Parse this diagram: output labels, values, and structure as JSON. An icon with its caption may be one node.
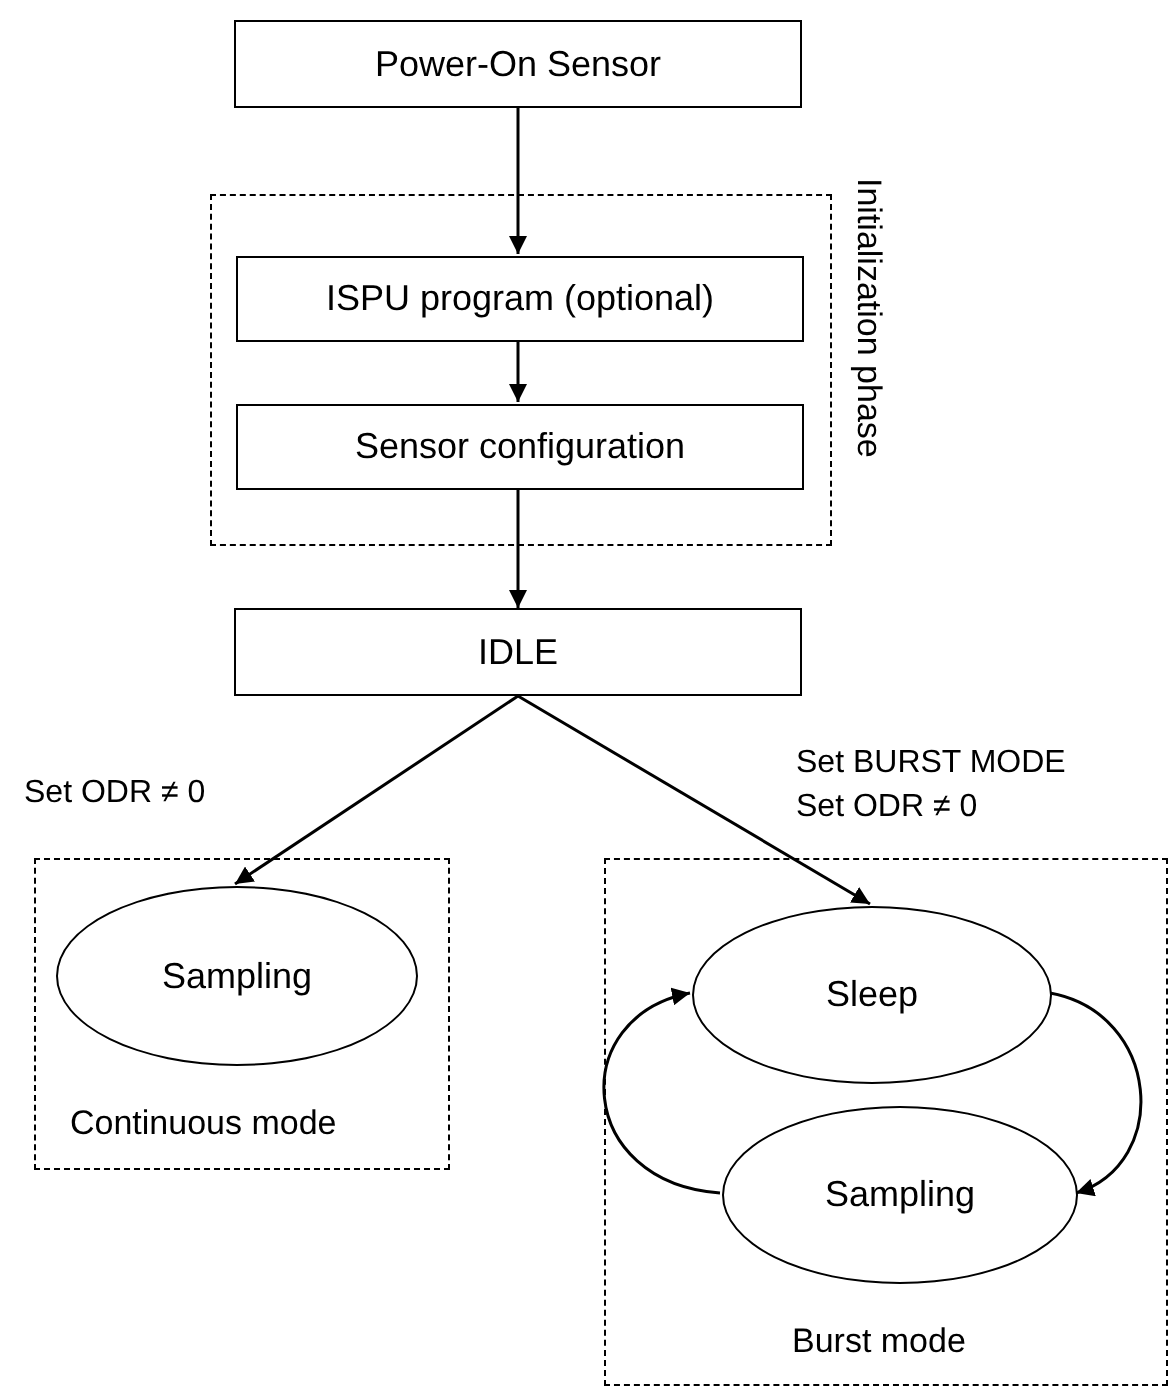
{
  "diagram": {
    "nodes": [
      {
        "text": [
          "Power-On Sensor"
        ]
      },
      {
        "text": [
          "Initialization phase"
        ]
      },
      {
        "text": [
          "ISPU program (optional)"
        ],
        "in": 1
      },
      {
        "text": [
          "Sensor configuration"
        ],
        "in": 1
      },
      {
        "text": [
          "IDLE"
        ]
      },
      {
        "text": [
          "Continuous mode"
        ]
      },
      {
        "text": [
          "Sampling"
        ],
        "in": 5
      },
      {
        "text": [
          "Burst mode"
        ]
      },
      {
        "text": [
          "Sleep"
        ],
        "in": 7
      },
      {
        "text": [
          "Sampling"
        ],
        "in": 7
      }
    ],
    "edges": [
      {
        "from": 0,
        "to": 2,
        "arrow": "to"
      },
      {
        "from": 2,
        "to": 3,
        "arrow": "to"
      },
      {
        "from": 3,
        "to": 4,
        "arrow": "to"
      },
      {
        "from": 4,
        "to": 6,
        "arrow": "to",
        "label": "Set ODR ≠ 0"
      },
      {
        "from": 4,
        "to": 8,
        "arrow": "to",
        "label": "Set BURST MODE Set ODR ≠ 0"
      },
      {
        "from": 8,
        "to": 9,
        "arrow": "to"
      },
      {
        "from": 9,
        "to": 8,
        "arrow": "to"
      }
    ]
  }
}
